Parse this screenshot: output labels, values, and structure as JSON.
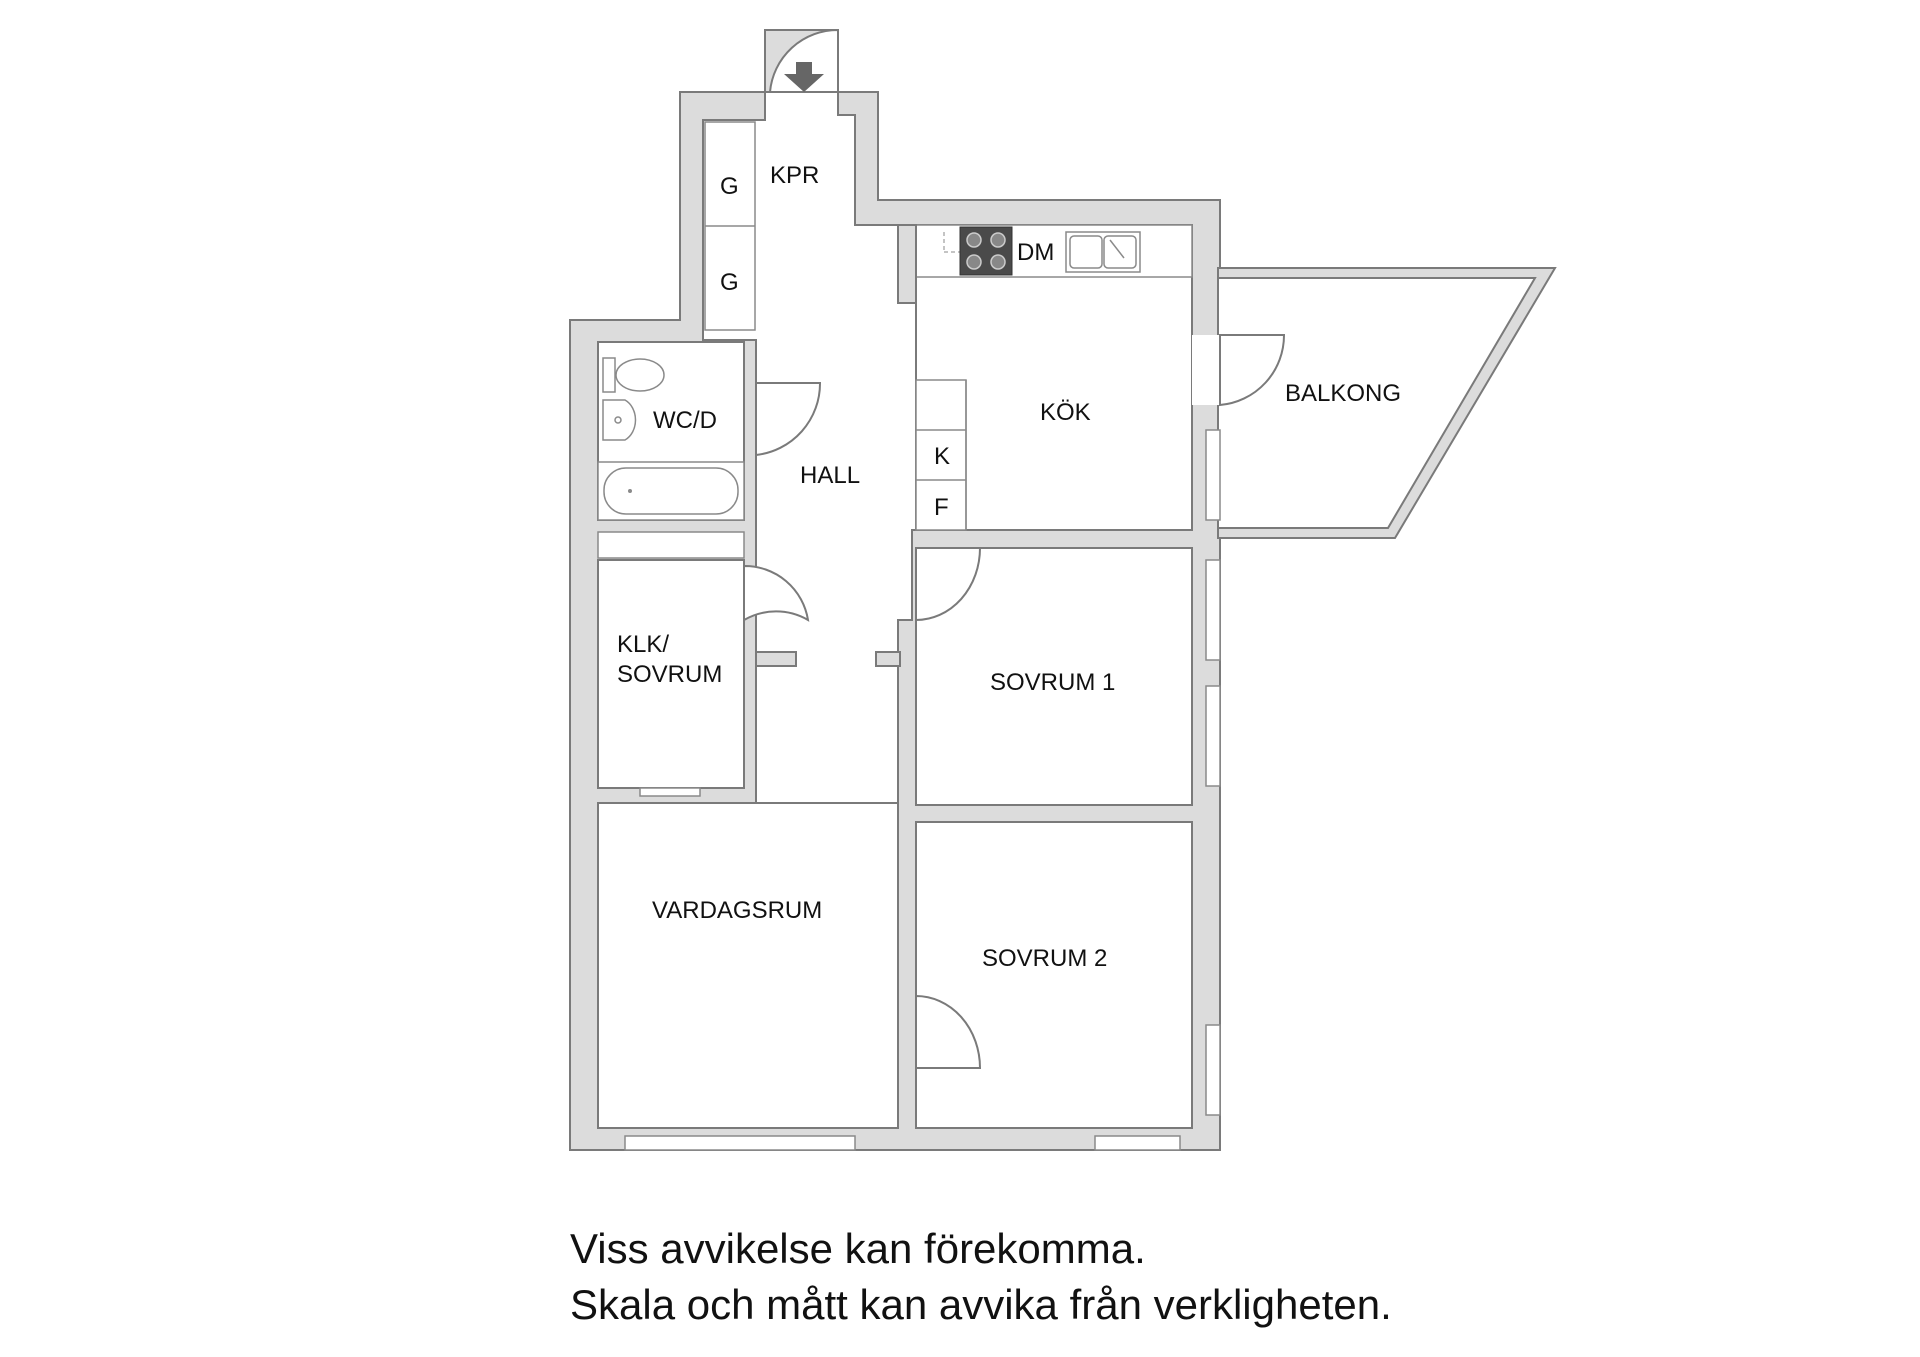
{
  "rooms": {
    "kpr": "KPR",
    "g1": "G",
    "g2": "G",
    "dm": "DM",
    "wc": "WC/D",
    "hall": "HALL",
    "kok": "KÖK",
    "k": "K",
    "f": "F",
    "balkong": "BALKONG",
    "klk_line1": "KLK/",
    "klk_line2": "SOVRUM",
    "sovrum1": "SOVRUM 1",
    "vardagsrum": "VARDAGSRUM",
    "sovrum2": "SOVRUM 2"
  },
  "disclaimer": {
    "line1": "Viss avvikelse kan förekomma.",
    "line2": "Skala och mått kan avvika från verkligheten."
  },
  "colors": {
    "wall_fill": "#dcdcdc",
    "wall_stroke": "#7a7a7a",
    "entrance_arrow": "#666666",
    "stove": "#4a4a4a"
  },
  "icons": {
    "entrance": "entrance-arrow-icon",
    "stove": "stove-icon",
    "sink": "sink-icon",
    "toilet": "toilet-icon",
    "washbasin": "washbasin-icon",
    "bathtub": "bathtub-icon"
  }
}
